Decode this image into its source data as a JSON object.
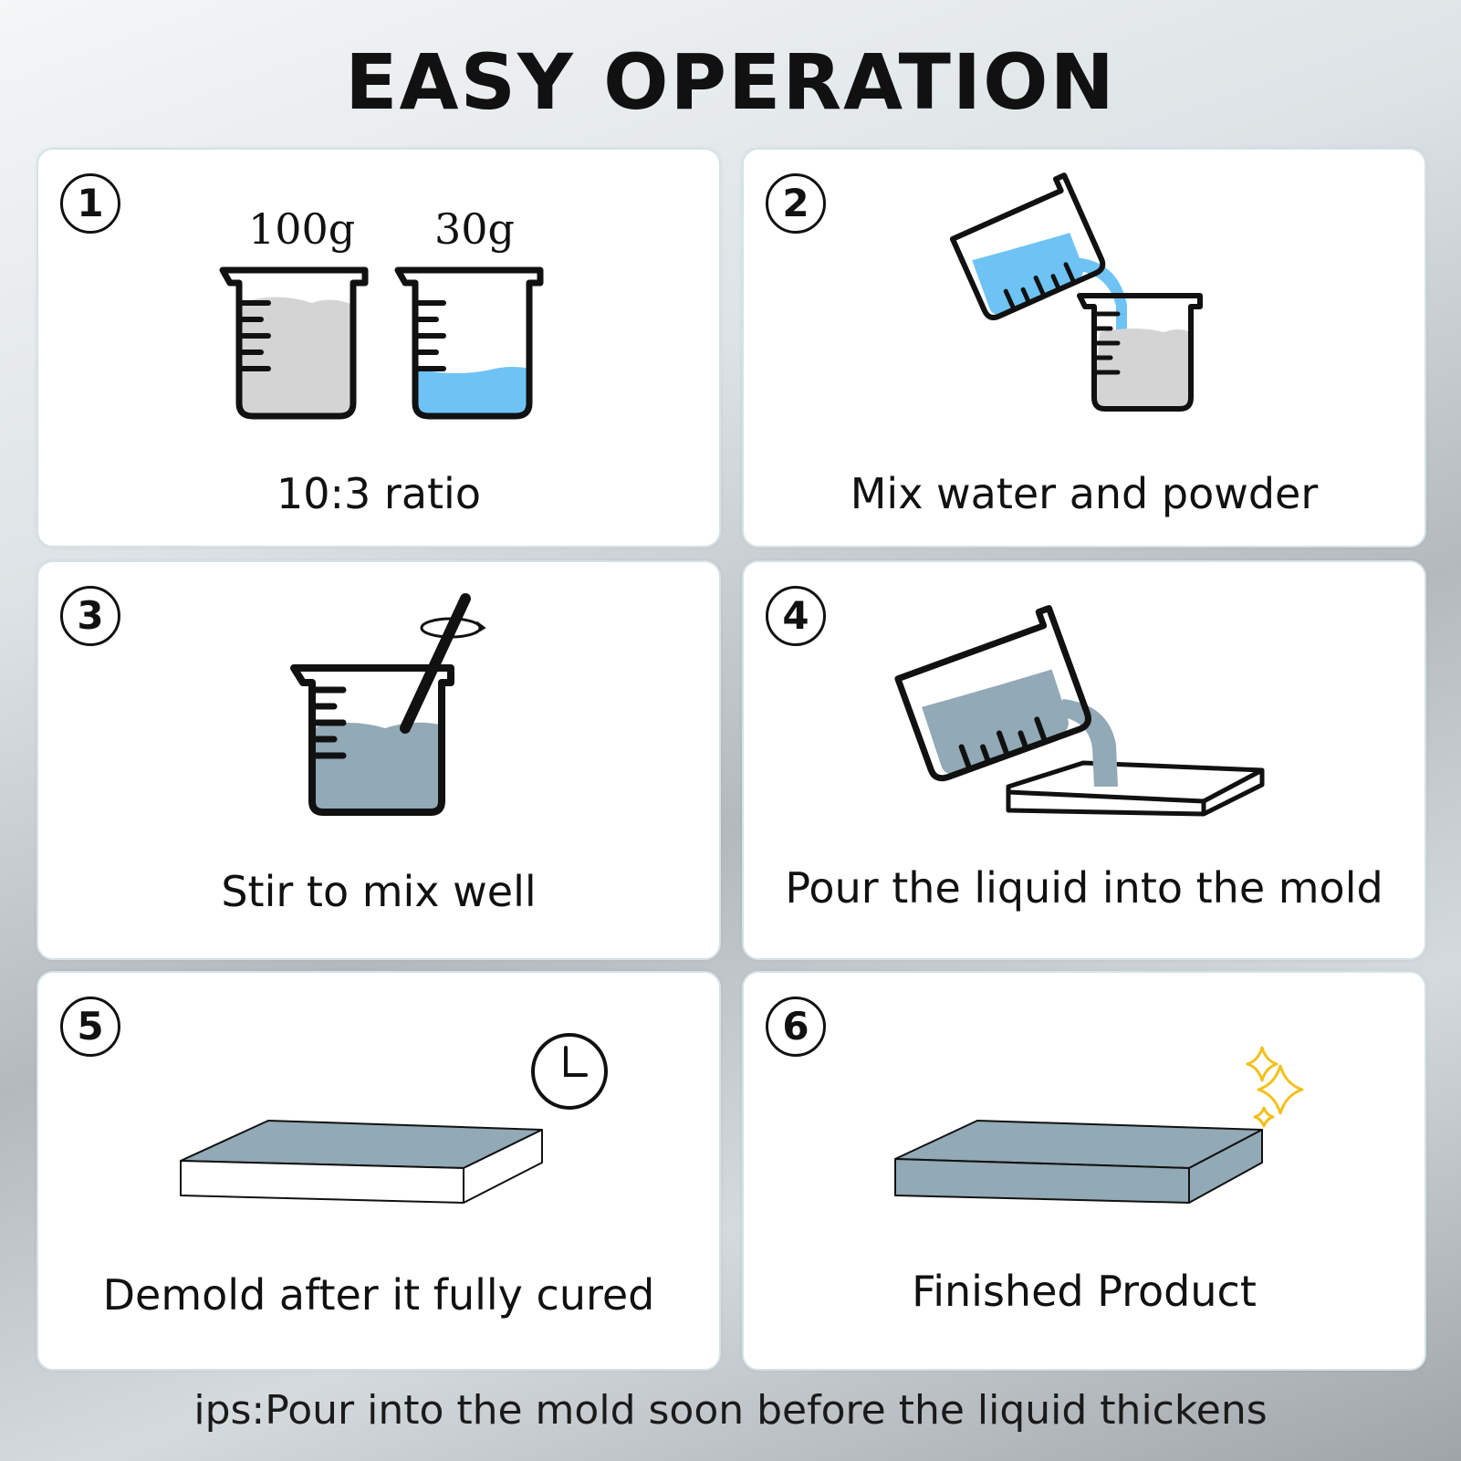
{
  "title": "EASY OPERATION",
  "steps": [
    {
      "number": "1",
      "caption": "10:3 ratio",
      "labels": [
        "100g",
        "30g"
      ]
    },
    {
      "number": "2",
      "caption": "Mix water and powder"
    },
    {
      "number": "3",
      "caption": "Stir to mix well"
    },
    {
      "number": "4",
      "caption": "Pour the liquid into the mold"
    },
    {
      "number": "5",
      "caption": "Demold after it fully cured"
    },
    {
      "number": "6",
      "caption": "Finished Product"
    }
  ],
  "tip": "ips:Pour into the mold soon before the liquid thickens",
  "colors": {
    "water": "#6ec3f4",
    "powder": "#d4d4d4",
    "mixture": "#92a9b6",
    "sparkle": "#f3c11a"
  }
}
